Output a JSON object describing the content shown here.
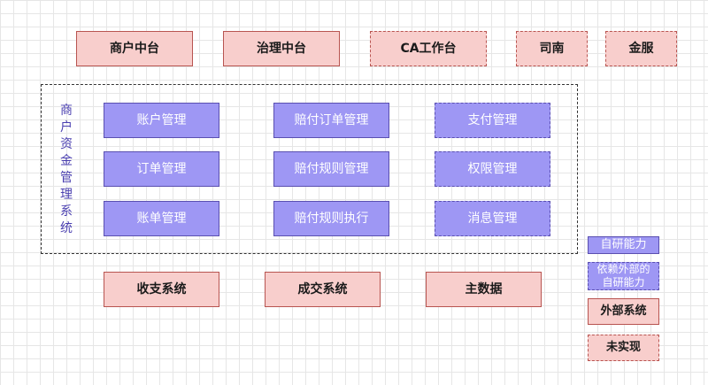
{
  "top_systems": [
    {
      "label": "商户中台"
    },
    {
      "label": "治理中台"
    },
    {
      "label": "CA工作台"
    },
    {
      "label": "司南"
    },
    {
      "label": "金服"
    }
  ],
  "system": {
    "title": "商户资金管理系统",
    "modules": [
      {
        "label": "账户管理"
      },
      {
        "label": "赔付订单管理"
      },
      {
        "label": "支付管理"
      },
      {
        "label": "订单管理"
      },
      {
        "label": "赔付规则管理"
      },
      {
        "label": "权限管理"
      },
      {
        "label": "账单管理"
      },
      {
        "label": "赔付规则执行"
      },
      {
        "label": "消息管理"
      }
    ]
  },
  "bottom_systems": [
    {
      "label": "收支系统"
    },
    {
      "label": "成交系统"
    },
    {
      "label": "主数据"
    }
  ],
  "legend": [
    {
      "label": "自研能力"
    },
    {
      "label": "依赖外部的自研能力"
    },
    {
      "label": "外部系统"
    },
    {
      "label": "未实现"
    }
  ]
}
